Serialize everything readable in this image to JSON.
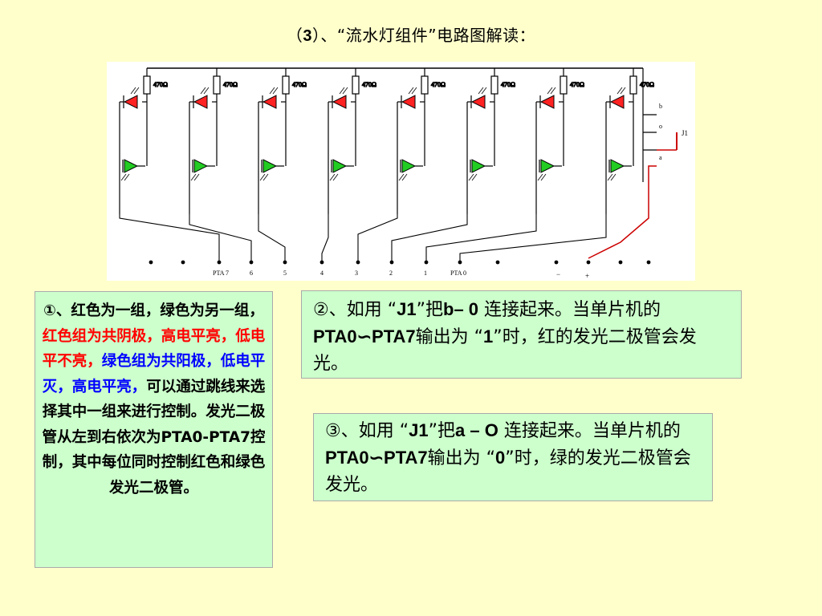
{
  "title": {
    "prefix": "（",
    "num": "3",
    "text": "）、“流水灯组件”电路图解读："
  },
  "circuit": {
    "resistor_label": "470Ω",
    "pin_labels": [
      "PTA 7",
      "6",
      "5",
      "4",
      "3",
      "2",
      "1",
      "PTA 0"
    ],
    "jumper": {
      "b": "b",
      "o": "o",
      "a": "a",
      "name": "J1"
    },
    "power": {
      "minus": "−",
      "plus": "+"
    },
    "colors": {
      "red_led": "#FF2222",
      "green_led": "#22CC22",
      "wire": "#000000",
      "red_wire": "#CC0000"
    }
  },
  "box1": {
    "p1": "①、红色为一组，绿色为另一组，",
    "p2_red": "红色组为共阴极，高电平亮，低电平不亮，",
    "p3_blue": "绿色组为共阳极，低电平灭，高电平亮，",
    "p4": "可以通过跳线来选择其中一组来进行控制。发光二极管从左到右依次为PTA0-PTA7控制，其中每位同时控制红色和绿色发光二极管。"
  },
  "box2": {
    "a": "②、如用 “",
    "j1": "J1",
    "b": "”把",
    "link": "b– 0",
    "c": " 连接起来。当单片机的",
    "range": "PTA0∽PTA7",
    "d": "输出为 “",
    "val": "1",
    "e": "”时，红的发光二极管会发光。"
  },
  "box3": {
    "a": "③、如用 “",
    "j1": "J1",
    "b": "”把",
    "link": "a – O",
    "c": " 连接起来。当单片机的",
    "range": "PTA0∽PTA7",
    "d": "输出为 “",
    "val": "0",
    "e": "”时，绿的发光二极管会发光。"
  }
}
